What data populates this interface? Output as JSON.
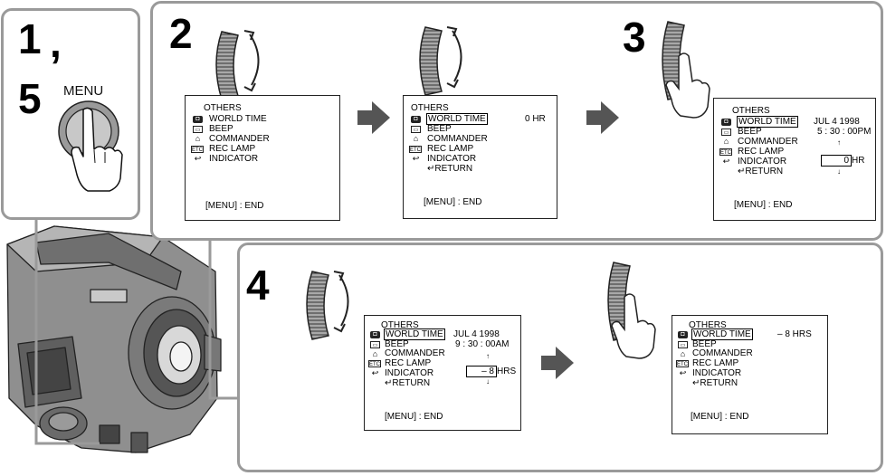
{
  "steps": {
    "s1": "1",
    "comma": ",",
    "s5": "5",
    "s2": "2",
    "s3": "3",
    "s4": "4"
  },
  "menu_button_label": "MENU",
  "menu_title": "OTHERS",
  "menu_items": {
    "world_time": "WORLD TIME",
    "beep": "BEEP",
    "commander": "COMMANDER",
    "rec_lamp": "REC LAMP",
    "indicator": "INDICATOR",
    "return": "↵RETURN"
  },
  "end_label": "[MENU] : END",
  "values": {
    "hr0": "0 HR",
    "date": "JUL  4 1998",
    "time1": "5 : 30 : 00PM",
    "box0": "0",
    "hr_unit": "HR",
    "time2": "9 : 30 : 00AM",
    "boxm8": "– 8",
    "hrs_unit": "HRS",
    "m8hrs": "–  8  HRS"
  },
  "icons": {
    "world": "camera-icon",
    "beep": "speaker-icon",
    "commander": "remote-icon",
    "etc": "ETC",
    "return": "return-icon"
  }
}
